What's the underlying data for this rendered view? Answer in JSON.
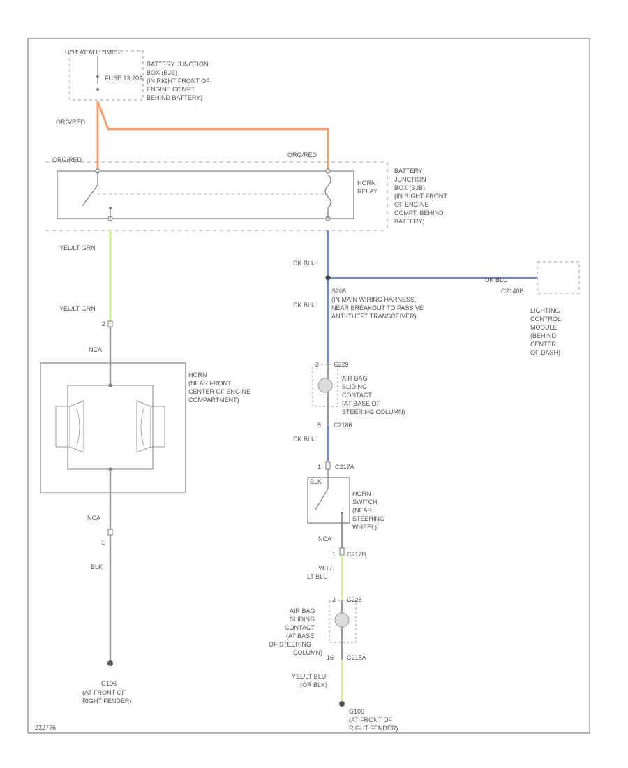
{
  "colors": {
    "orange_red": "#f5a070",
    "dark_blue": "#6f86d6",
    "yellow_green": "#c8f08a",
    "yellow_lt_blue": "#d6f0a0",
    "wire_gray": "#9a9a9a"
  },
  "labels": {
    "hot_at_all_times": "HOT AT ALL TIMES",
    "fuse_label": "FUSE 13 20A",
    "battery_jb_top": [
      "BATTERY JUNCTION",
      "BOX (BJB)",
      "(IN RIGHT FRONT OF",
      "ENGINE COMPT,",
      "BEHIND BATTERY)"
    ],
    "wire_org_red_1": "ORG/RED",
    "wire_org_red_2": "ORG/RED",
    "wire_org_red_3": "ORG/RED",
    "horn_relay": [
      "HORN",
      "RELAY"
    ],
    "battery_jb_relay": [
      "BATTERY",
      "JUNCTION",
      "BOX (BJB)",
      "(IN RIGHT FRONT",
      "OF ENGINE",
      "COMPT, BEHIND",
      "BATTERY)"
    ],
    "wire_yel_lt_grn_1": "YEL/LT GRN",
    "wire_yel_lt_grn_2": "YEL/LT GRN",
    "pin_2": "2",
    "nca_1": "NCA",
    "horn_unit": [
      "HORN",
      "(NEAR FRONT",
      "CENTER OF ENGINE",
      "COMPARTMENT)"
    ],
    "nca_2": "NCA",
    "pin_1_left": "1",
    "wire_blk": "BLK",
    "ground_g106": "G106",
    "ground_g106_loc": [
      "(AT FRONT OF",
      "RIGHT FENDER)"
    ],
    "wire_dk_blu_1": "DK BLU",
    "splice_s205": [
      "S205",
      "(IN MAIN WIRING HARNESS,",
      "NEAR BREAKOUT TO PASSIVE",
      "ANTI-THEFT TRANSCEIVER)"
    ],
    "wire_dk_blu_2": "DK BLU",
    "wire_dk_blu_3": "DK BLU",
    "conn_c2140b": "C2140B",
    "lighting_control_module": [
      "LIGHTING",
      "CONTROL",
      "MODULE",
      "(BEHIND",
      "CENTER",
      "OF DASH)"
    ],
    "conn_c229": "C229",
    "pin_2_c229": "2",
    "air_bag_contact_top": [
      "AIR BAG",
      "SLIDING",
      "CONTACT",
      "(AT BASE OF",
      "STEERING COLUMN)"
    ],
    "pin_5": "5",
    "conn_c2186": "C2186",
    "wire_dk_blu_4": "DK BLU",
    "pin_1_c217a": "1",
    "conn_c217a": "C217A",
    "horn_switch": [
      "HORN",
      "SWITCH",
      "(NEAR",
      "STEERING",
      "WHEEL)"
    ],
    "horn_switch_tag": "BLK",
    "nca_3": "NCA",
    "pin_1_c217b": "1",
    "conn_c217b": "C217B",
    "wire_yel_lt_blu": [
      "YEL/",
      "LT BLU"
    ],
    "pin_2_c228": "2",
    "conn_c228": "C228",
    "air_bag_contact_bottom": [
      "AIR BAG",
      "SLIDING",
      "CONTACT",
      "(AT BASE",
      "OF STEERING",
      "COLUMN)"
    ],
    "pin_16": "16",
    "conn_c218a": "C218A",
    "wire_yel_lt_blu_or_blk": [
      "YEL/LT BLU",
      "(OR BLK)"
    ],
    "ground_g106_right": "G106",
    "ground_g106_right_loc": [
      "(AT FRONT OF",
      "RIGHT FENDER)"
    ],
    "diagram_id": "232776"
  }
}
